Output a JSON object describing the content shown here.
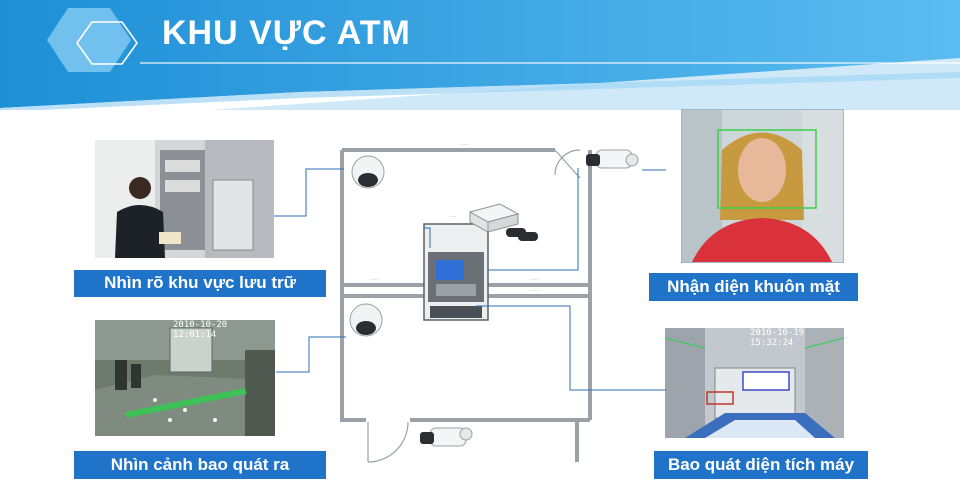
{
  "header": {
    "title": "KHU VỰC ATM"
  },
  "panels": {
    "storage": {
      "caption": "Nhìn rõ khu vực lưu trữ"
    },
    "overview": {
      "caption": "Nhìn cảnh bao quát ra",
      "timestamp": "2010-10-20 12:01:14"
    },
    "face": {
      "caption": "Nhận diện khuôn mặt"
    },
    "machine": {
      "caption": "Bao quát diện tích máy",
      "timestamp": "2010-10-19 15:32:24"
    }
  },
  "colors": {
    "accent": "#1f73c9",
    "banner": "#2a9ad8",
    "line": "#2d6fb5"
  }
}
